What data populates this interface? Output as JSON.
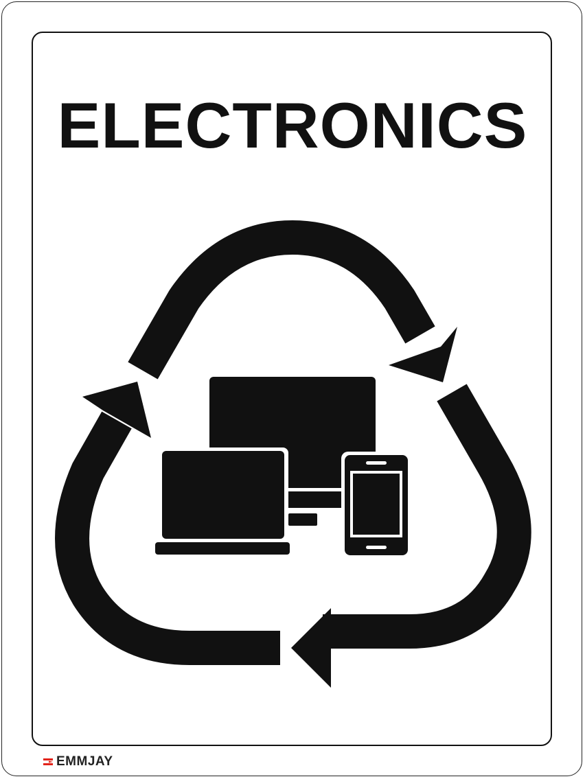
{
  "sign": {
    "title": "ELECTRONICS",
    "icon": "recycling-arrows-with-devices",
    "devices": [
      "desktop-monitor-icon",
      "laptop-icon",
      "smartphone-icon"
    ],
    "color": "#111111",
    "background": "#ffffff"
  },
  "brand": {
    "name": "EMMJAY",
    "accent": "#e2231a"
  }
}
